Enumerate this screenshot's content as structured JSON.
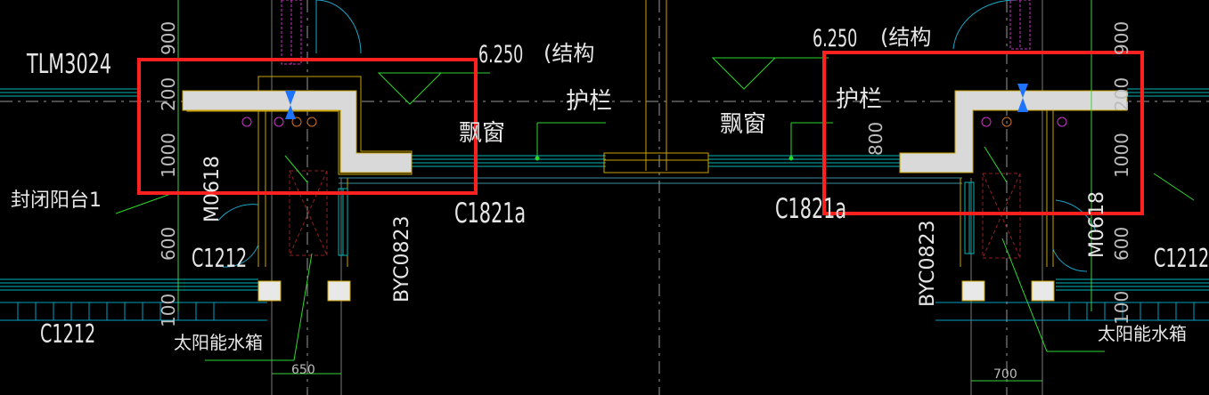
{
  "drawing": {
    "background": "#000000",
    "colors": {
      "wall_fill": "#d9d9d9",
      "wall_edge": "#c8a400",
      "window_line": "#00b8b8",
      "door_arc": "#1aa6c9",
      "leader": "#2bd92b",
      "highlight": "#ff2020",
      "magenta": "#cc33cc",
      "orange": "#d07020",
      "column_dash": "#8f2020",
      "marker_blue": "#1e73ff",
      "text_white": "#e6e6e6",
      "axis_line": "#9a9a9a"
    },
    "labels": {
      "door_tlm": "TLM3024",
      "enclosed_balcony": "封闭阳台1",
      "window_c1212": "C1212",
      "window_c1212_right": "C1212",
      "window_c1212_bottom": "C1212",
      "door_m0618_left": "M0618",
      "door_m0618_right": "M0618",
      "water_tank_left": "太阳能水箱",
      "water_tank_right": "太阳能水箱",
      "window_c1821a_left": "C1821a",
      "window_c1821a_right": "C1821a",
      "bay_window_left": "飘窗",
      "bay_window_right": "飘窗",
      "railing_left": "护栏",
      "railing_right": "护栏",
      "elev_left": "6.250",
      "elev_right": "6.250",
      "struct_left": "(结构",
      "struct_right": "(结构",
      "byc_left": "BYC0823",
      "byc_right": "BYC0823"
    },
    "dimensions": {
      "left_stack": [
        "900",
        "200",
        "1000",
        "600",
        "100"
      ],
      "right_stack": [
        "900",
        "200",
        "1000",
        "600",
        "100"
      ],
      "right_inner": "800",
      "bottom_left": "650",
      "bottom_right": "700"
    }
  }
}
